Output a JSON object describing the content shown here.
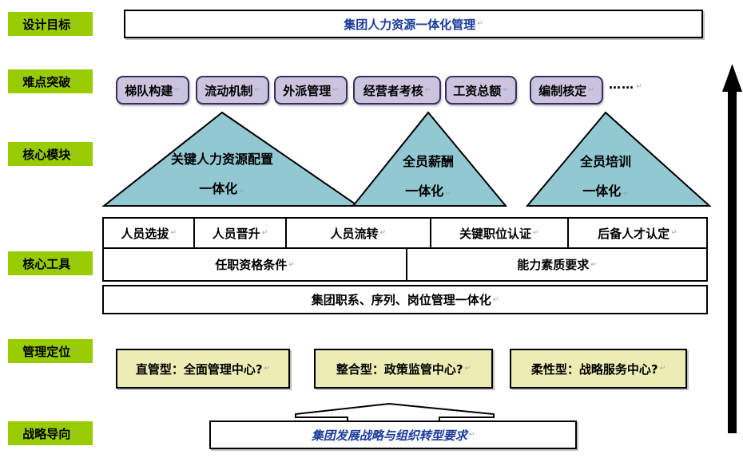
{
  "marks": {
    "return": "↵"
  },
  "colors": {
    "side_label_green": "#99CC00",
    "pill_fill": "#CBC4DF",
    "pill_border": "#36305A",
    "triangle_teal": "#92C8D2",
    "position_yellow": "#EDECB4",
    "blue_text": "#1A3A9C",
    "arrow_black": "#000000"
  },
  "side_labels": [
    {
      "label": "设计目标"
    },
    {
      "label": "难点突破"
    },
    {
      "label": "核心模块"
    },
    {
      "label": "核心工具"
    },
    {
      "label": "管理定位"
    },
    {
      "label": "战略导向"
    }
  ],
  "design_goal": {
    "title": "集团人力资源一体化管理"
  },
  "breakthroughs": {
    "items": [
      {
        "label": "梯队构建"
      },
      {
        "label": "流动机制"
      },
      {
        "label": "外派管理"
      },
      {
        "label": "经营者考核"
      },
      {
        "label": "工资总额"
      },
      {
        "label": "编制核定"
      }
    ],
    "ellipsis": "……"
  },
  "modules": [
    {
      "line1": "关键人力资源配置",
      "line2": "一体化"
    },
    {
      "line1": "全员薪酬",
      "line2": "一体化"
    },
    {
      "line1": "全员培训",
      "line2": "一体化"
    }
  ],
  "tools": {
    "row1": [
      {
        "label": "人员选拔"
      },
      {
        "label": "人员晋升"
      },
      {
        "label": "人员流转"
      },
      {
        "label": "关键职位认证"
      },
      {
        "label": "后备人才认定"
      }
    ],
    "row2": [
      {
        "label": "任职资格条件"
      },
      {
        "label": "能力素质要求"
      }
    ],
    "row3": {
      "label": "集团职系、序列、岗位管理一体化"
    }
  },
  "positioning": [
    {
      "label": "直管型：全面管理中心?"
    },
    {
      "label": "整合型：政策监管中心?"
    },
    {
      "label": "柔性型：战略服务中心?"
    }
  ],
  "strategy": {
    "label": "集团发展战略与组织转型要求"
  }
}
